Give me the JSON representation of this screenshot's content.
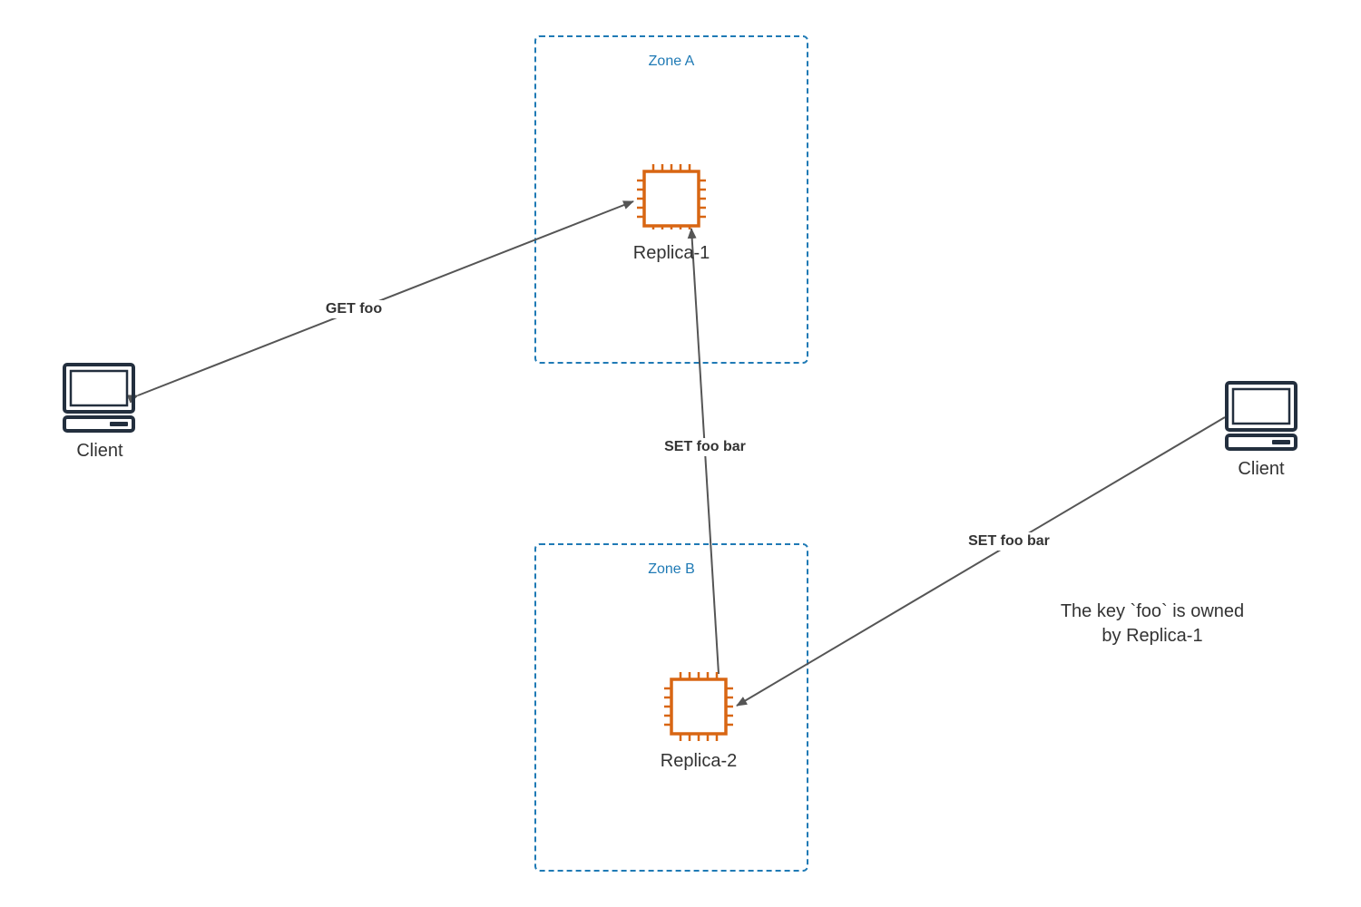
{
  "zones": {
    "zone_a": "Zone A",
    "zone_b": "Zone B"
  },
  "nodes": {
    "replica_1": "Replica-1",
    "replica_2": "Replica-2",
    "client_left": "Client",
    "client_right": "Client"
  },
  "edges": {
    "get": "GET foo",
    "set_replica": "SET foo bar",
    "set_client": "SET foo bar"
  },
  "note": {
    "line1": "The key `foo` is owned",
    "line2": "by Replica-1"
  },
  "colors": {
    "zone_border": "#1f7ab5",
    "chip": "#d86613",
    "client": "#232f3e",
    "arrow": "#555555",
    "text": "#333333"
  },
  "icons": {
    "replica": "chip-icon",
    "client": "desktop-computer-icon"
  }
}
